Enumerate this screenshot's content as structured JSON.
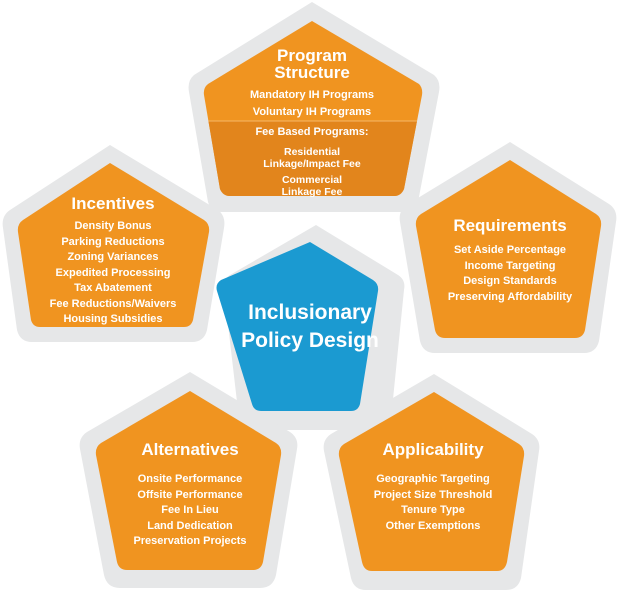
{
  "center": {
    "title_line1": "Inclusionary",
    "title_line2": "Policy Design"
  },
  "colors": {
    "orange": "#F09420",
    "orange_dark": "#E2851C",
    "blue": "#1B9AD1",
    "ring": "#E6E7E8"
  },
  "program_structure": {
    "title_line1": "Program",
    "title_line2": "Structure",
    "items": [
      "Mandatory IH Programs",
      "Voluntary IH Programs"
    ],
    "fee_header": "Fee Based Programs:",
    "fee_residential": [
      "Residential",
      "Linkage/Impact Fee"
    ],
    "fee_commercial": [
      "Commercial",
      "Linkage Fee"
    ]
  },
  "incentives": {
    "title": "Incentives",
    "items": [
      "Density Bonus",
      "Parking Reductions",
      "Zoning Variances",
      "Expedited Processing",
      "Tax Abatement",
      "Fee Reductions/Waivers",
      "Housing Subsidies"
    ]
  },
  "requirements": {
    "title": "Requirements",
    "items": [
      "Set Aside Percentage",
      "Income Targeting",
      "Design Standards",
      "Preserving Affordability"
    ]
  },
  "alternatives": {
    "title": "Alternatives",
    "items": [
      "Onsite Performance",
      "Offsite Performance",
      "Fee In Lieu",
      "Land Dedication",
      "Preservation Projects"
    ]
  },
  "applicability": {
    "title": "Applicability",
    "items": [
      "Geographic Targeting",
      "Project Size Threshold",
      "Tenure Type",
      "Other Exemptions"
    ]
  }
}
